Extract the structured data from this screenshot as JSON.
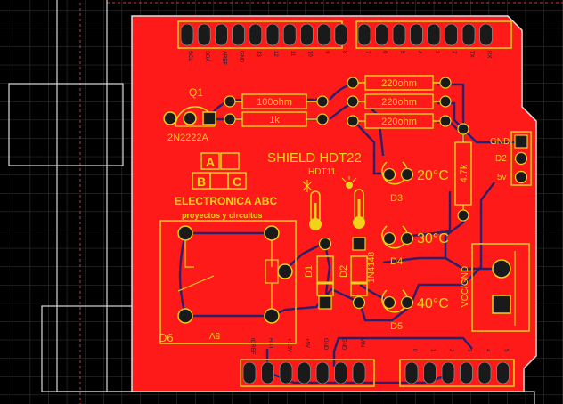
{
  "board": {
    "title": "SHIELD HDT22",
    "sensor": "HDT11",
    "brand": {
      "letters": [
        "A",
        "B",
        "C"
      ],
      "name": "ELECTRONICA ABC",
      "tagline": "proyectos y circuitos"
    }
  },
  "colors": {
    "background": "#000000",
    "board": "#ff1a1a",
    "silkscreen": "#f2d31a",
    "trace": "#2a1f6b",
    "pad": "#1a1a1a",
    "outline": "#e8e8e8"
  },
  "top_header": {
    "left": [
      "SCL",
      "SDA",
      "AREF",
      "GND",
      "13",
      "12",
      "11",
      "10",
      "9",
      "8"
    ],
    "right": [
      "7",
      "6",
      "5",
      "4",
      "3",
      "2",
      "TX",
      "RX"
    ]
  },
  "bottom_header": {
    "left": [
      "IOREF",
      "RST",
      "+3.3V",
      "+5V",
      "GND",
      "GND",
      "VIN"
    ],
    "right": [
      "0",
      "1",
      "2",
      "3",
      "4",
      "5"
    ]
  },
  "components": {
    "q1": {
      "ref": "Q1",
      "part": "2N2222A"
    },
    "r_left": [
      "100ohm",
      "1k"
    ],
    "r_right": [
      "220ohm",
      "220ohm",
      "220ohm"
    ],
    "r_pullup": "4.7k",
    "connector": [
      "GND",
      "D2",
      "5v"
    ],
    "leds": [
      {
        "ref": "D3",
        "label": "20°C"
      },
      {
        "ref": "D4",
        "label": "30°C"
      },
      {
        "ref": "D5",
        "label": "40°C"
      }
    ],
    "diode1": "D1",
    "diode2": "D2",
    "diode_part": "1N4148",
    "relay_ref": "D6",
    "relay_voltage": "5V",
    "power_label": "VCC/GND"
  }
}
